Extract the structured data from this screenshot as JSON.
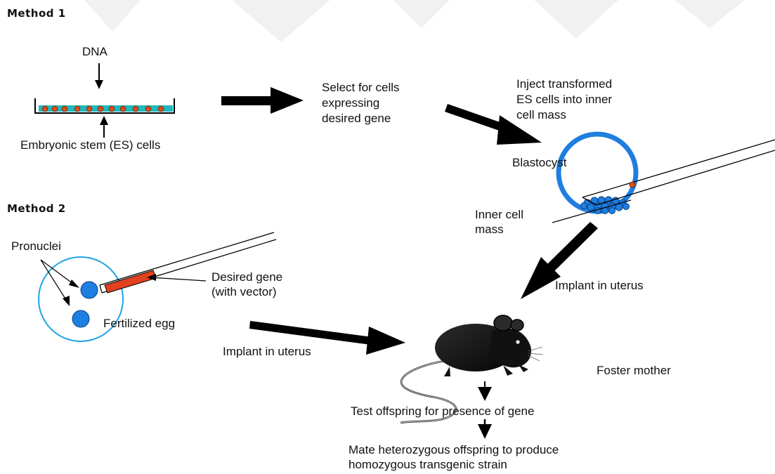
{
  "method1": {
    "heading": "Method 1",
    "dna_label": "DNA",
    "es_cells_label": "Embryonic stem (ES) cells",
    "select_label": [
      "Select for cells",
      "expressing",
      "desired gene"
    ],
    "inject_label": [
      "Inject transformed",
      "ES cells into inner",
      "cell mass"
    ],
    "blastocyst_label": "Blastocyst",
    "inner_cell_mass_label": [
      "Inner cell",
      "mass"
    ],
    "implant_label": "Implant in uterus"
  },
  "method2": {
    "heading": "Method 2",
    "pronuclei_label": "Pronuclei",
    "desired_gene_label": [
      "Desired gene",
      "(with vector)"
    ],
    "fertilized_egg_label": "Fertilized egg",
    "implant_label": "Implant in uterus"
  },
  "outcome": {
    "foster_mother_label": "Foster mother",
    "test_label": "Test offspring for presence of gene",
    "mate_label": [
      "Mate heterozygous offspring to produce",
      "homozygous transgenic strain"
    ]
  },
  "colors": {
    "cell_blue": "#1e7fe0",
    "medium_teal": "#1fb9be",
    "vector_red": "#e1411e",
    "es_cell_red": "#d9501e",
    "arrow_black": "#000000"
  }
}
